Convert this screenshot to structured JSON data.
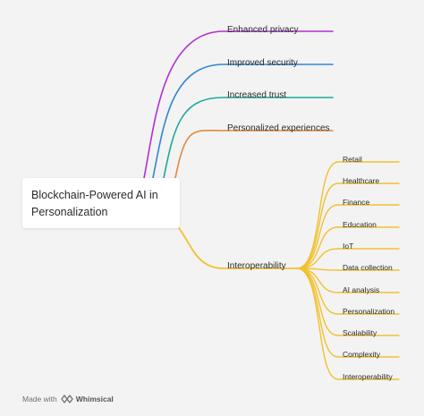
{
  "root": {
    "line1": "Blockchain-Powered AI in",
    "line2": "Personalization"
  },
  "branches": [
    {
      "label": "Enhanced privacy",
      "color": "#b12fcf"
    },
    {
      "label": "Improved security",
      "color": "#2f86d4"
    },
    {
      "label": "Increased trust",
      "color": "#1fa99a"
    },
    {
      "label": "Personalized experiences",
      "color": "#e08a3c"
    },
    {
      "label": "Interoperability",
      "color": "#f2c12e"
    }
  ],
  "interop_children": [
    "Retail",
    "Healthcare",
    "Finance",
    "Education",
    "IoT",
    "Data collection",
    "AI analysis",
    "Personalization",
    "Scalability",
    "Complexity",
    "Interoperability"
  ],
  "footer": {
    "made_with": "Made with",
    "brand": "Whimsical",
    "logo_icon": "whimsical-logo-icon"
  }
}
